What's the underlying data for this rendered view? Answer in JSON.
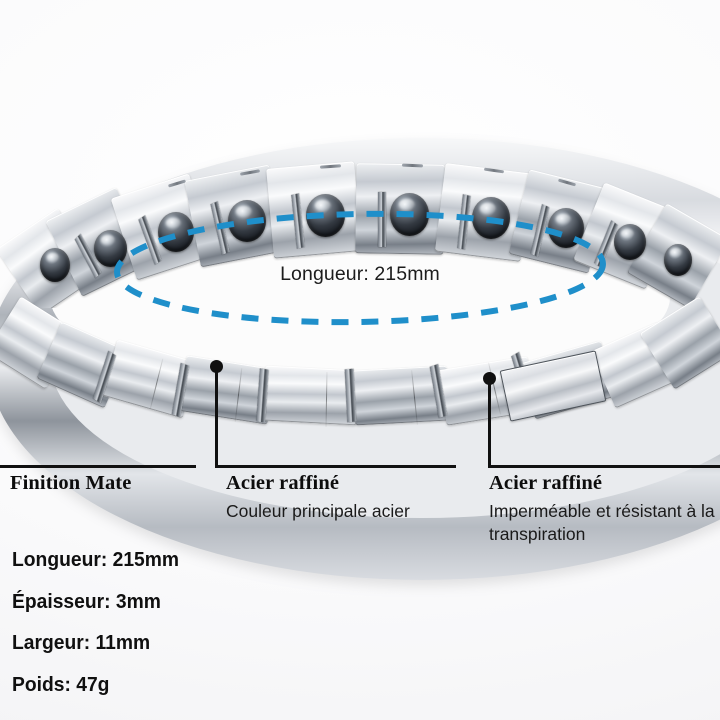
{
  "product": {
    "name": "magnetic-steel-link-bracelet",
    "finish_color": "#c9ced5",
    "stone_color": "#23272e"
  },
  "measurement": {
    "accent_color": "#1f8fca",
    "length_label": "Longueur: 215mm"
  },
  "callouts": [
    {
      "id": "finition-mate",
      "title": "Finition Mate",
      "description": ""
    },
    {
      "id": "acier-raffine-couleur",
      "title": "Acier raffiné",
      "description": "Couleur principale acier"
    },
    {
      "id": "acier-raffine-impermeable",
      "title": "Acier raffiné",
      "description": "Imperméable et résistant à la transpiration"
    }
  ],
  "specs": [
    "Longueur: 215mm",
    "Épaisseur: 3mm",
    "Largeur: 11mm",
    "Poids: 47g"
  ]
}
